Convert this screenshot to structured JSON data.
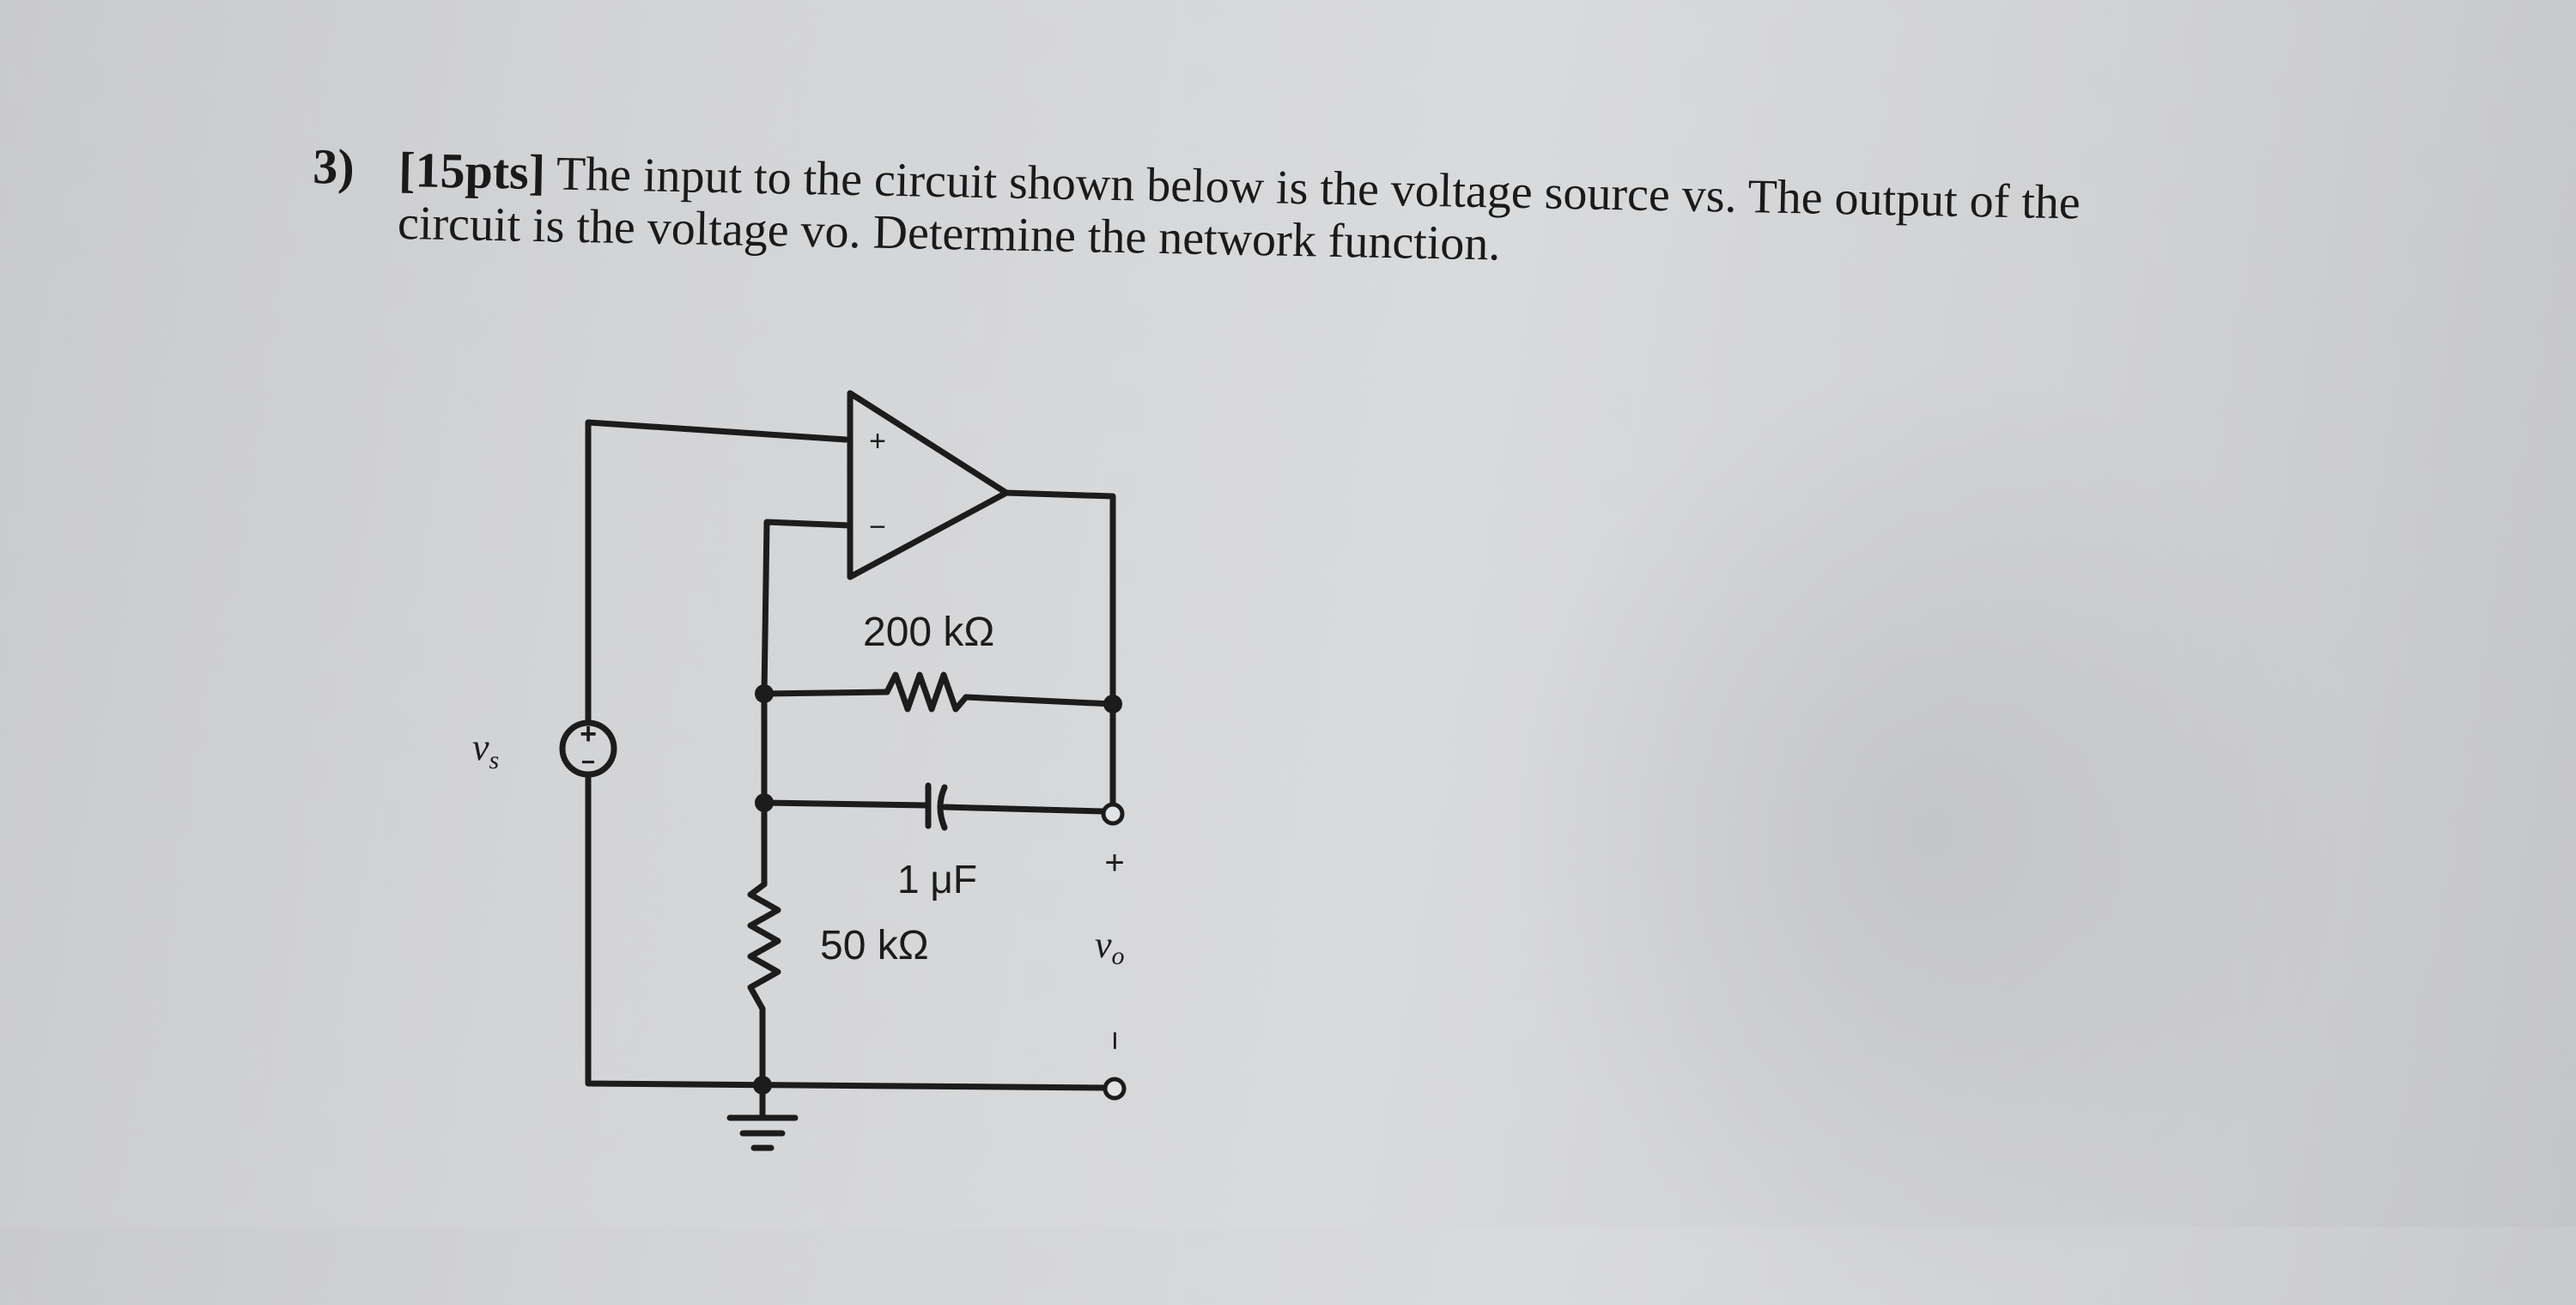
{
  "question": {
    "number": "3)",
    "points": "[15pts]",
    "line1": "The input to the circuit shown below is the voltage source vs. The output of the",
    "line2": "circuit is the voltage vo. Determine the network function."
  },
  "circuit": {
    "source_label": "v",
    "source_subscript": "s",
    "source_plus": "+",
    "source_minus": "−",
    "opamp_plus": "+",
    "opamp_minus": "−",
    "feedback_resistor": "200 kΩ",
    "feedback_capacitor": "1 μF",
    "ground_resistor": "50 kΩ",
    "output_label": "v",
    "output_subscript": "o",
    "output_plus": "+",
    "output_minus": "−"
  }
}
